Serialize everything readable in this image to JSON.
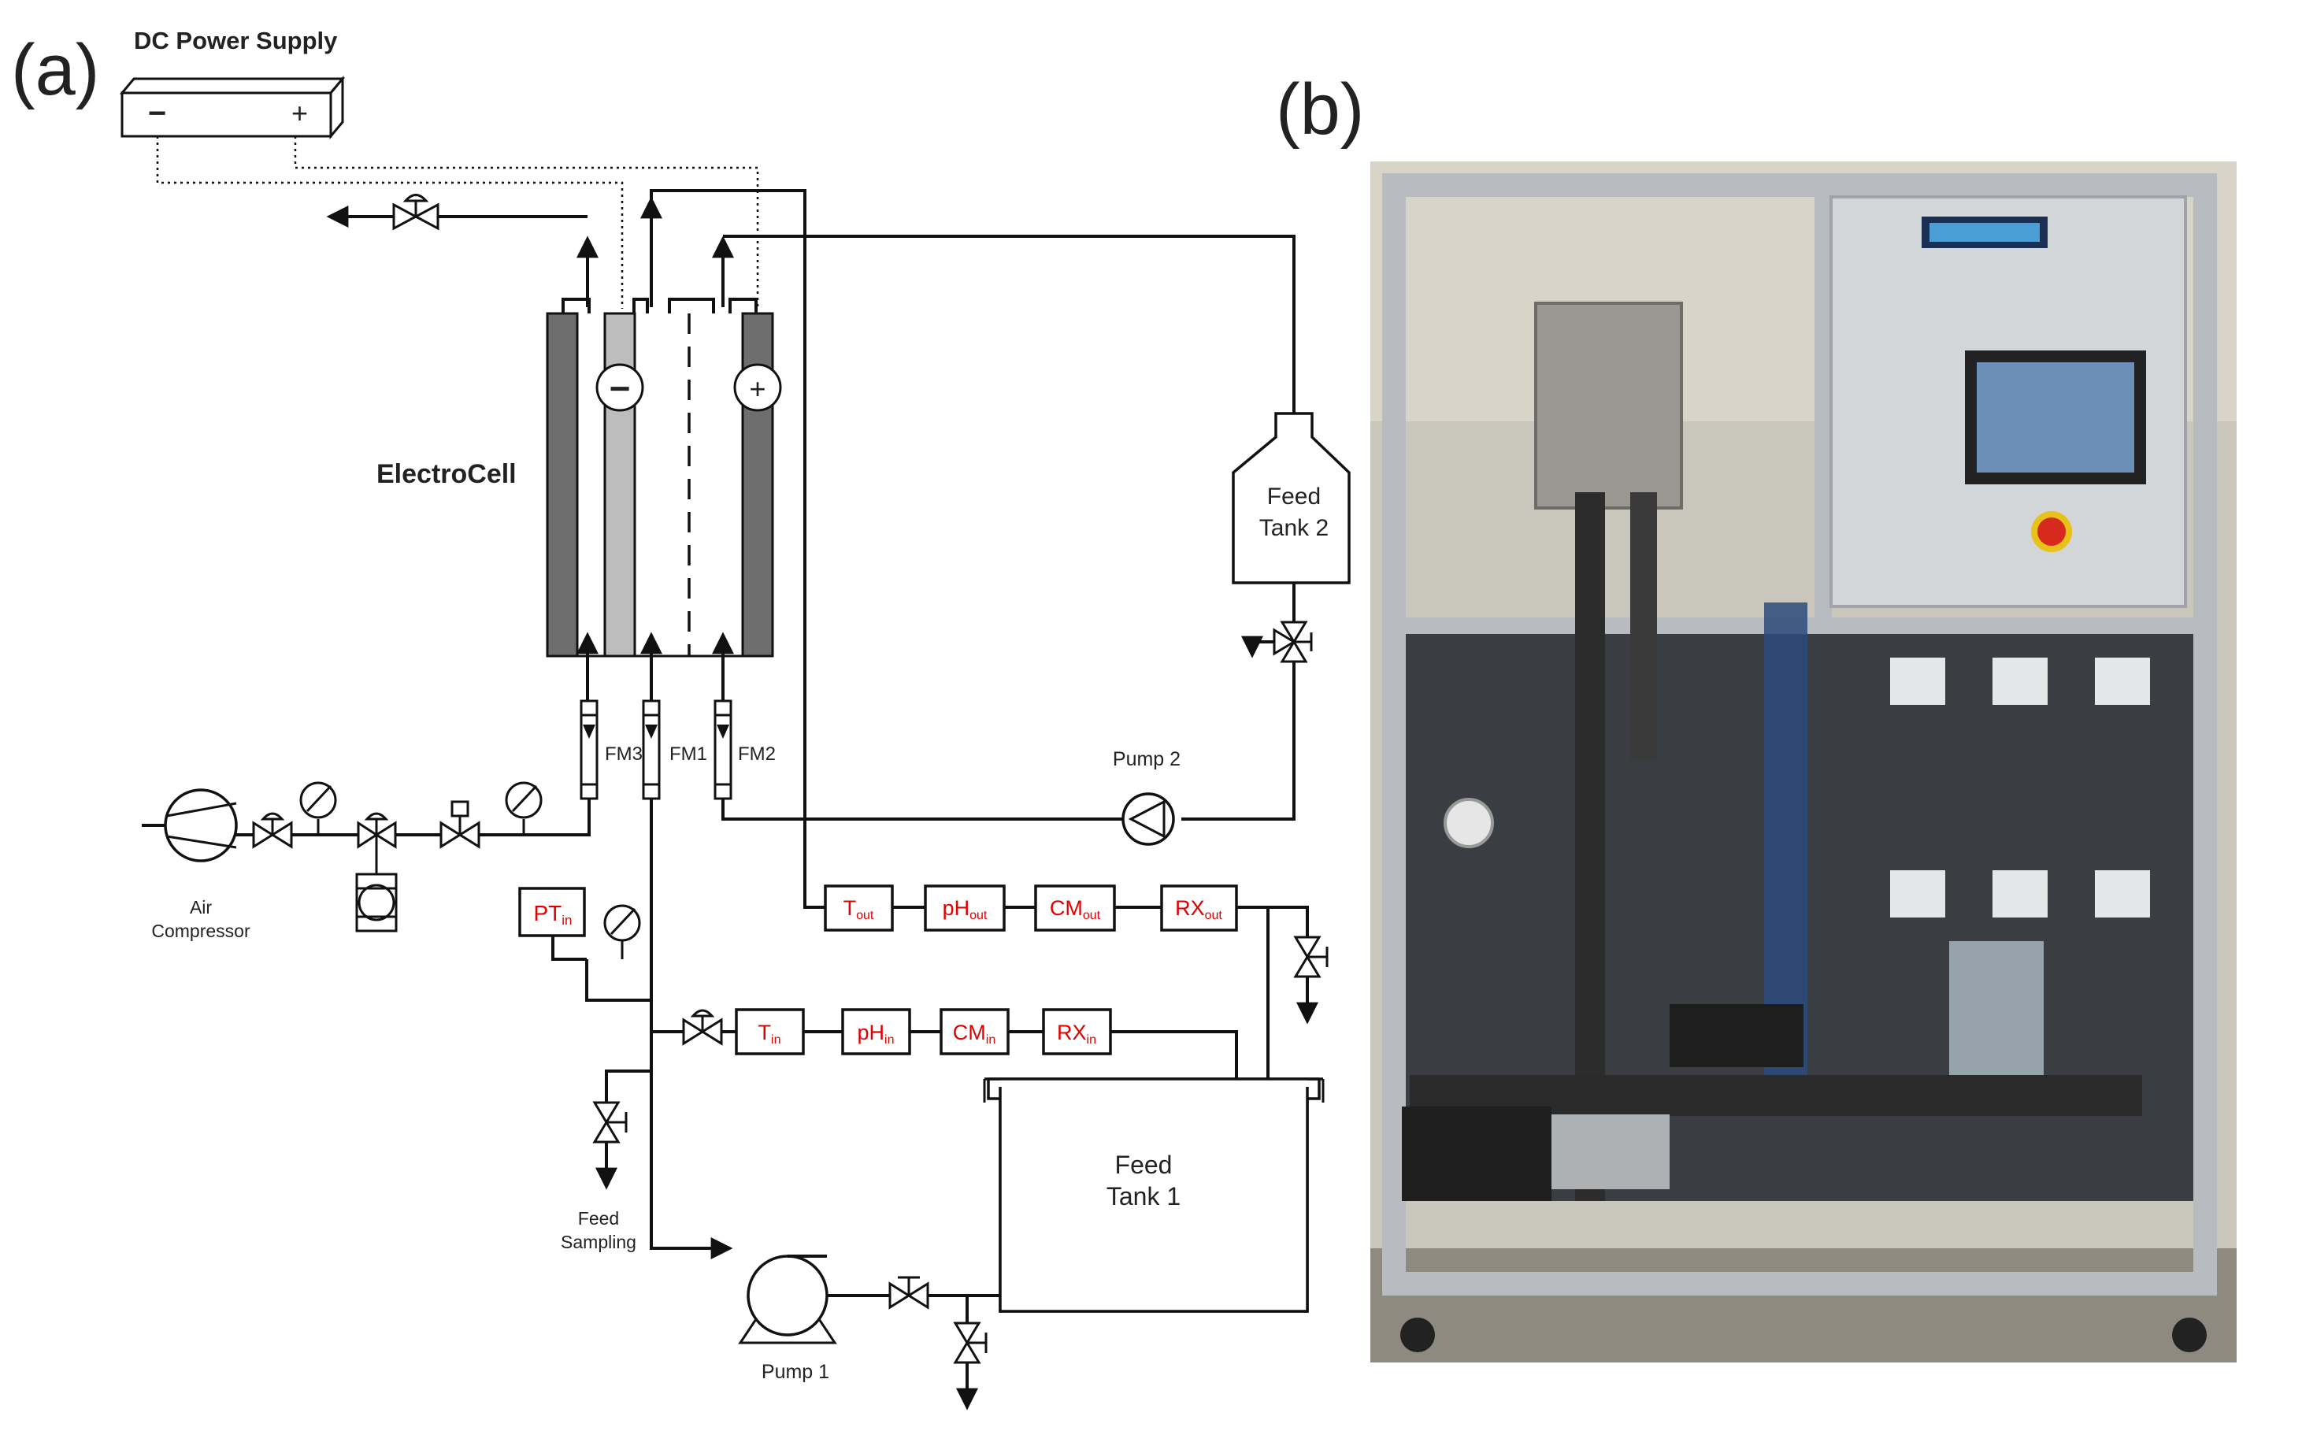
{
  "panel_labels": {
    "a": "(a)",
    "b": "(b)"
  },
  "power_supply": {
    "title": "DC Power Supply",
    "minus": "−",
    "plus": "+"
  },
  "electrocell": {
    "label": "ElectroCell",
    "cathode_sign": "−",
    "anode_sign": "+"
  },
  "flowmeters": [
    "FM3",
    "FM1",
    "FM2"
  ],
  "feed_tank_2": {
    "line1": "Feed",
    "line2": "Tank 2"
  },
  "feed_tank_1": {
    "line1": "Feed",
    "line2": "Tank 1"
  },
  "pump_2": "Pump 2",
  "pump_1": "Pump 1",
  "air_compressor": {
    "line1": "Air",
    "line2": "Compressor"
  },
  "feed_sampling": {
    "line1": "Feed",
    "line2": "Sampling"
  },
  "pressure_transmitter": {
    "main": "PT",
    "sub": "in"
  },
  "outlet_sensors": [
    {
      "main": "T",
      "sub": "out"
    },
    {
      "main": "pH",
      "sub": "out"
    },
    {
      "main": "CM",
      "sub": "out"
    },
    {
      "main": "RX",
      "sub": "out"
    }
  ],
  "inlet_sensors": [
    {
      "main": "T",
      "sub": "in"
    },
    {
      "main": "pH",
      "sub": "in"
    },
    {
      "main": "CM",
      "sub": "in"
    },
    {
      "main": "RX",
      "sub": "in"
    }
  ],
  "colors": {
    "sensor_text": "#e00000",
    "frame": "#b8bcc0",
    "panel": "#3a3d42"
  }
}
